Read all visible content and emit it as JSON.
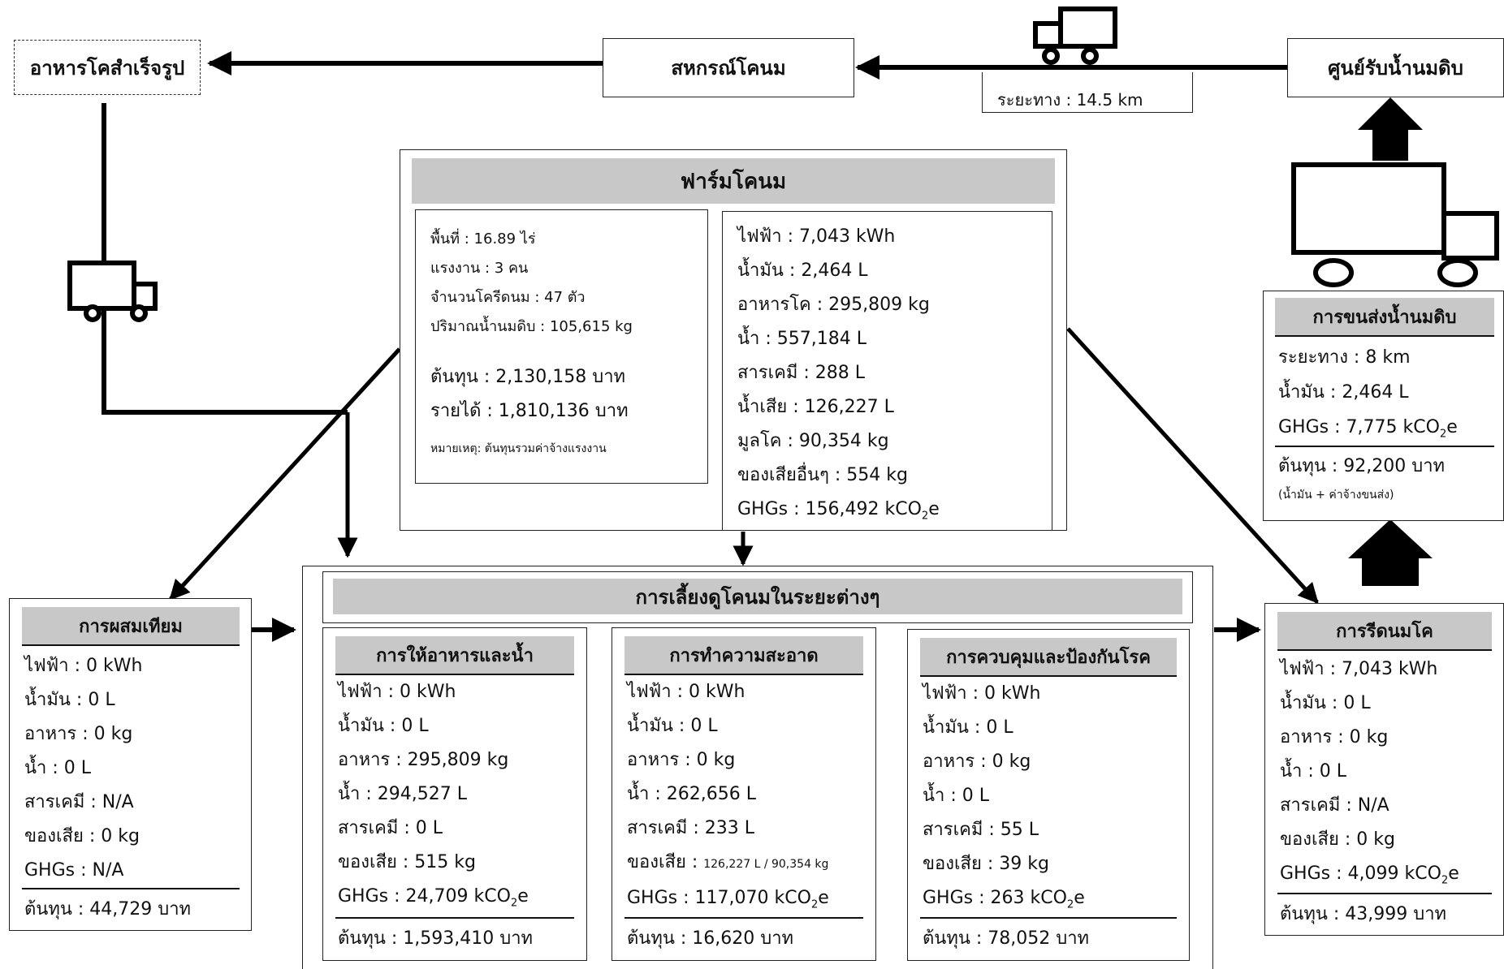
{
  "nodes": {
    "ready_feed": "อาหารโคสำเร็จรูป",
    "coop": "สหกรณ์โคนม",
    "collection_center": "ศูนย์รับน้ำนมดิบ",
    "distance_label": "ระยะทาง : 14.5 km"
  },
  "farm": {
    "title": "ฟาร์มโคนม",
    "left": {
      "area": "พื้นที่ : 16.89 ไร่",
      "labor": "แรงงาน : 3 คน",
      "cows": "จำนวนโครีดนม : 47 ตัว",
      "milk": "ปริมาณน้ำนมดิบ : 105,615 kg",
      "cost": "ต้นทุน : 2,130,158 บาท",
      "revenue": "รายได้ : 1,810,136 บาท",
      "note": "หมายเหตุ: ต้นทุนรวมค่าจ้างแรงงาน"
    },
    "right": {
      "electricity": "ไฟฟ้า : 7,043 kWh",
      "oil": "น้ำมัน : 2,464 L",
      "feed": "อาหารโค : 295,809 kg",
      "water": "น้ำ : 557,184 L",
      "chemical": "สารเคมี : 288 L",
      "wastewater": "น้ำเสีย : 126,227 L",
      "manure": "มูลโค : 90,354 kg",
      "other_waste": "ของเสียอื่นๆ : 554 kg",
      "ghg_prefix": "GHGs : 156,492 kCO",
      "ghg_sub": "2",
      "ghg_suffix": "e"
    }
  },
  "transport": {
    "title": "การขนส่งน้ำนมดิบ",
    "distance": "ระยะทาง : 8 km",
    "oil": "น้ำมัน : 2,464 L",
    "ghg_prefix": "GHGs : 7,775 kCO",
    "ghg_sub": "2",
    "ghg_suffix": "e",
    "cost": "ต้นทุน : 92,200 บาท",
    "cost_note": "(น้ำมัน + ค่าจ้างขนส่ง)"
  },
  "insemination": {
    "title": "การผสมเทียม",
    "electricity": "ไฟฟ้า : 0 kWh",
    "oil": "น้ำมัน : 0 L",
    "feed": "อาหาร : 0 kg",
    "water": "น้ำ : 0 L",
    "chemical": "สารเคมี : N/A",
    "waste": "ของเสีย : 0 kg",
    "ghg": "GHGs : N/A",
    "cost": "ต้นทุน : 44,729 บาท"
  },
  "rearing": {
    "title": "การเลี้ยงดูโคนมในระยะต่างๆ",
    "feeding": {
      "title": "การให้อาหารและน้ำ",
      "electricity": "ไฟฟ้า : 0 kWh",
      "oil": "น้ำมัน : 0 L",
      "feed": "อาหาร : 295,809 kg",
      "water": "น้ำ : 294,527 L",
      "chemical": "สารเคมี : 0 L",
      "waste": "ของเสีย : 515 kg",
      "ghg_prefix": "GHGs : 24,709 kCO",
      "ghg_sub": "2",
      "ghg_suffix": "e",
      "cost": "ต้นทุน : 1,593,410 บาท"
    },
    "cleaning": {
      "title": "การทำความสะอาด",
      "electricity": "ไฟฟ้า : 0 kWh",
      "oil": "น้ำมัน : 0 L",
      "feed": "อาหาร : 0 kg",
      "water": "น้ำ : 262,656 L",
      "chemical": "สารเคมี : 233 L",
      "waste_label": "ของเสีย : ",
      "waste_value": "126,227 L / 90,354 kg",
      "ghg_prefix": "GHGs : 117,070 kCO",
      "ghg_sub": "2",
      "ghg_suffix": "e",
      "cost": "ต้นทุน : 16,620 บาท"
    },
    "disease": {
      "title": "การควบคุมและป้องกันโรค",
      "electricity": "ไฟฟ้า : 0 kWh",
      "oil": "น้ำมัน : 0 L",
      "feed": "อาหาร : 0 kg",
      "water": "น้ำ : 0 L",
      "chemical": "สารเคมี : 55 L",
      "waste": "ของเสีย : 39 kg",
      "ghg_prefix": "GHGs : 263 kCO",
      "ghg_sub": "2",
      "ghg_suffix": "e",
      "cost": "ต้นทุน : 78,052 บาท"
    }
  },
  "milking": {
    "title": "การรีดนมโค",
    "electricity": "ไฟฟ้า :  7,043 kWh",
    "oil": "น้ำมัน : 0 L",
    "feed": "อาหาร : 0 kg",
    "water": "น้ำ : 0 L",
    "chemical": "สารเคมี : N/A",
    "waste": "ของเสีย : 0 kg",
    "ghg_prefix": "GHGs : 4,099 kCO",
    "ghg_sub": "2",
    "ghg_suffix": "e",
    "cost": "ต้นทุน : 43,999 บาท"
  },
  "icons": [
    "truck-icon",
    "truck-icon",
    "truck-icon",
    "arrow-up-icon"
  ],
  "colors": {
    "header_gray": "#c8c8c8",
    "line": "#000000"
  }
}
